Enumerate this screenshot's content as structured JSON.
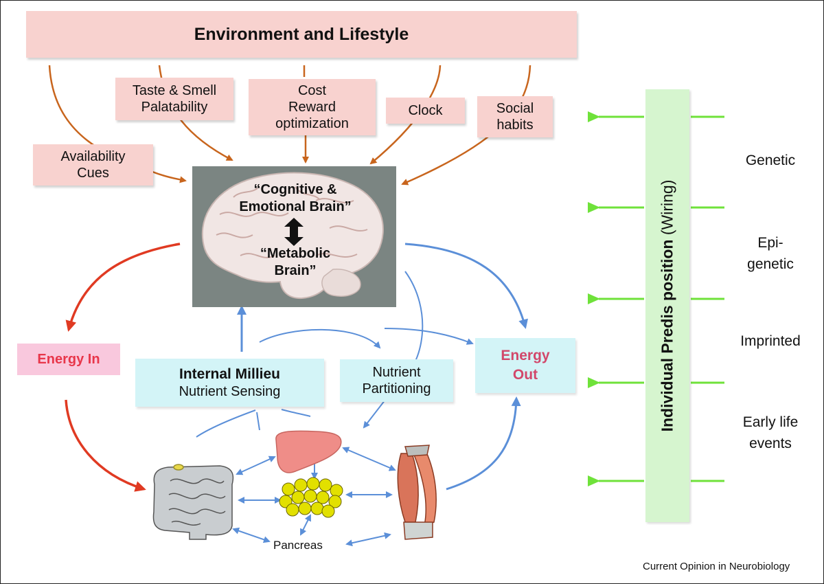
{
  "header": {
    "title": "Environment and Lifestyle"
  },
  "factors": {
    "availability": [
      "Availability",
      "Cues"
    ],
    "taste": [
      "Taste & Smell",
      "Palatability"
    ],
    "cost": [
      "Cost",
      "Reward",
      "optimization"
    ],
    "clock": [
      "Clock"
    ],
    "social": [
      "Social",
      "habits"
    ]
  },
  "brain": {
    "top": [
      "“Cognitive &",
      "Emotional Brain”"
    ],
    "bottom": [
      "“Metabolic",
      "Brain”"
    ]
  },
  "energy_in": "Energy In",
  "energy_out": [
    "Energy",
    "Out"
  ],
  "milieu": {
    "title": "Internal Millieu",
    "subtitle": "Nutrient Sensing"
  },
  "partitioning": [
    "Nutrient",
    "Partitioning"
  ],
  "organs": {
    "pancreas_label": "Pancreas"
  },
  "predisposition": {
    "bar_bold": "Individual Predis position",
    "bar_normal": " (Wiring)",
    "factors": [
      "Genetic",
      [
        "Epi-",
        "genetic"
      ],
      "Imprinted",
      [
        "Early life",
        "events"
      ]
    ]
  },
  "credit": "Current Opinion in Neurobiology",
  "colors": {
    "env_arrow": "#c8651d",
    "energy_in_arrow": "#e03a22",
    "flow_arrow": "#5b8fd8",
    "green_arrow": "#6fe23a",
    "pink_box": "#f8d2cf",
    "cyan_box": "#d3f4f7",
    "energy_in_text": "#e8364a",
    "energy_out_text": "#d2476a"
  }
}
